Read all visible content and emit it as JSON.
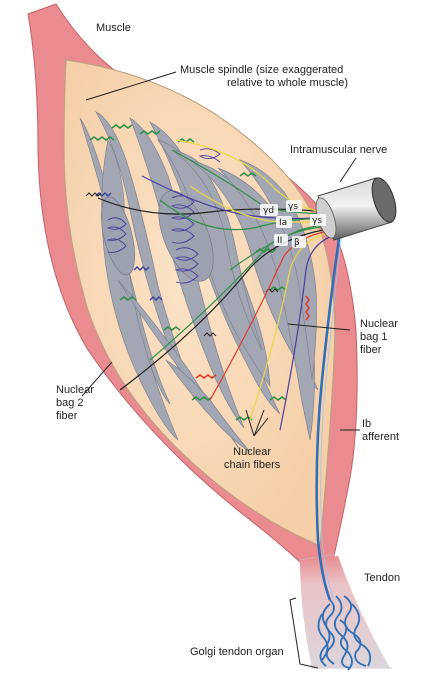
{
  "labels": {
    "muscle": "Muscle",
    "spindle_line1": "Muscle spindle (size exaggerated",
    "spindle_line2": "relative to whole muscle)",
    "intramuscular_nerve": "Intramuscular nerve",
    "bag1_line1": "Nuclear",
    "bag1_line2": "bag 1",
    "bag1_line3": "fiber",
    "bag2_line1": "Nuclear",
    "bag2_line2": "bag 2",
    "bag2_line3": "fiber",
    "ib_line1": "Ib",
    "ib_line2": "afferent",
    "chain_line1": "Nuclear",
    "chain_line2": "chain fibers",
    "tendon": "Tendon",
    "golgi": "Golgi tendon organ"
  },
  "nerve_labels": {
    "gamma_d": "γd",
    "gamma_s1": "γs",
    "ia": "Ia",
    "gamma_s2": "γs",
    "ii": "II",
    "beta": "β"
  },
  "colors": {
    "muscle": "#e98b8f",
    "spindle_capsule": "#f7d6b4",
    "intrafusal_fiber": "#a3a7b3",
    "nerve_cylinder": "#8c8c8c",
    "ib_afferent": "#2f6fb8",
    "sensory_green": "#2f8f48",
    "motor_red": "#e03a2f",
    "gamma_yellow": "#e8d84a",
    "gamma_purple": "#4a3fa0",
    "tendon": "#dfd3d6"
  }
}
